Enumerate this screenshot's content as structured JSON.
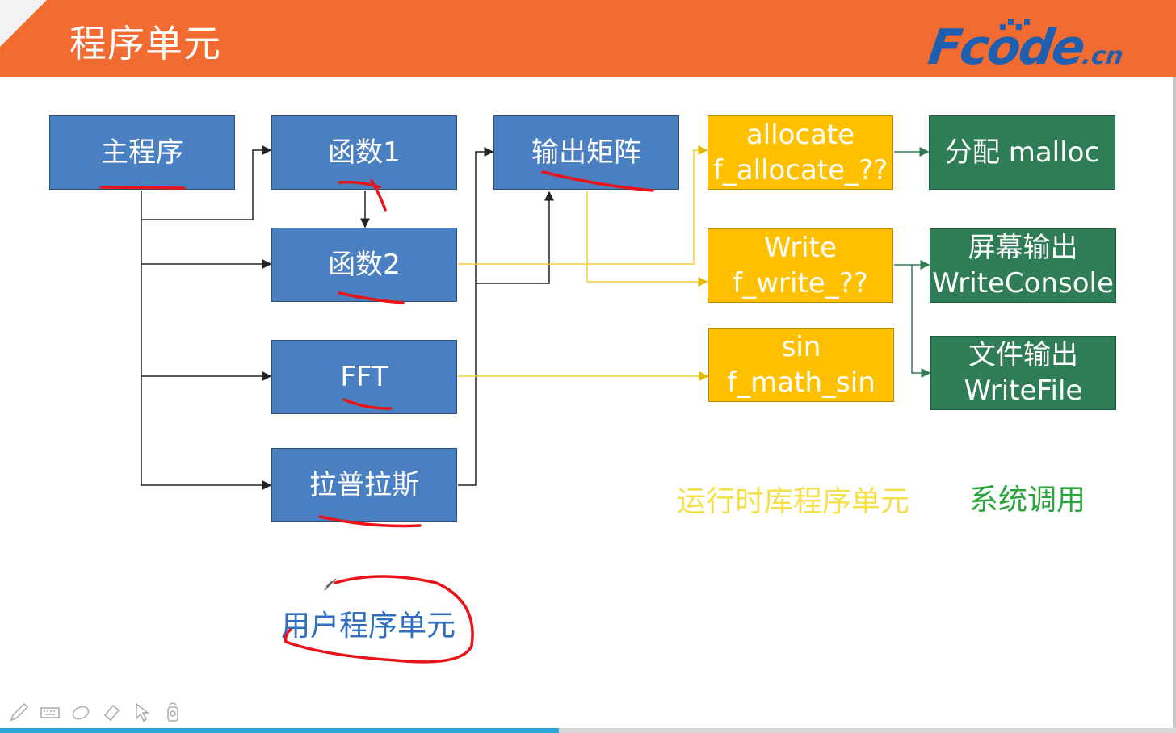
{
  "slide": {
    "title": "程序单元",
    "logo": {
      "main": "Fcode",
      "suffix": ".cn",
      "color": "#1f5fb0"
    },
    "header_color": "#f26b30"
  },
  "boxes": {
    "main_program": "主程序",
    "func1": "函数1",
    "func2": "函数2",
    "fft": "FFT",
    "laplace": "拉普拉斯",
    "output_matrix": "输出矩阵",
    "allocate": {
      "line1": "allocate",
      "line2": "f_allocate_??"
    },
    "write": {
      "line1": "Write",
      "line2": "f_write_??"
    },
    "sin": {
      "line1": "sin",
      "line2": "f_math_sin"
    },
    "malloc": "分配 malloc",
    "console": {
      "line1": "屏幕输出",
      "line2": "WriteConsole"
    },
    "file": {
      "line1": "文件输出",
      "line2": "WriteFile"
    }
  },
  "labels": {
    "runtime": "运行时库程序单元",
    "syscall": "系统调用",
    "user": "用户程序单元"
  },
  "colors": {
    "user_box": "#4a7fc1",
    "runtime_box": "#ffc000",
    "syscall_box": "#2e7d57",
    "annotation": "#e8141a",
    "progress": "#2fa7d8"
  },
  "toolbar": {
    "tools": [
      "pen-icon",
      "keyboard-icon",
      "eraser-icon",
      "highlighter-icon",
      "pointer-icon",
      "laser-icon"
    ]
  },
  "playback": {
    "progress": 0.475
  }
}
